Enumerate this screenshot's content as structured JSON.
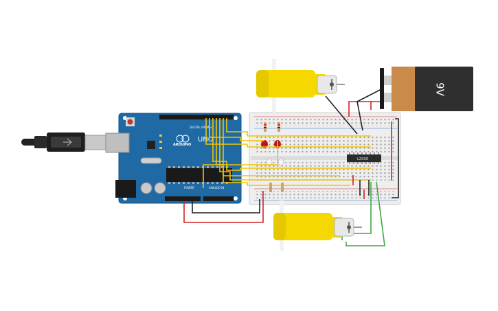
{
  "arduino": {
    "logo": "UNO",
    "brand": "ARDUINO",
    "header_digital": "DIGITAL (PWM~)",
    "header_power": "POWER",
    "header_analog": "ANALOG IN",
    "board_color": "#1f6aa5"
  },
  "battery": {
    "label": "9V",
    "body_color": "#2f2f2f",
    "label_color": "#c98a4a"
  },
  "driver_ic": {
    "label": "L293D"
  },
  "colors": {
    "wire_yellow": "#f2c300",
    "wire_red": "#d32222",
    "wire_black": "#222222",
    "wire_green": "#3aa845",
    "motor_yellow": "#f5d800",
    "breadboard": "#eeeeee"
  }
}
